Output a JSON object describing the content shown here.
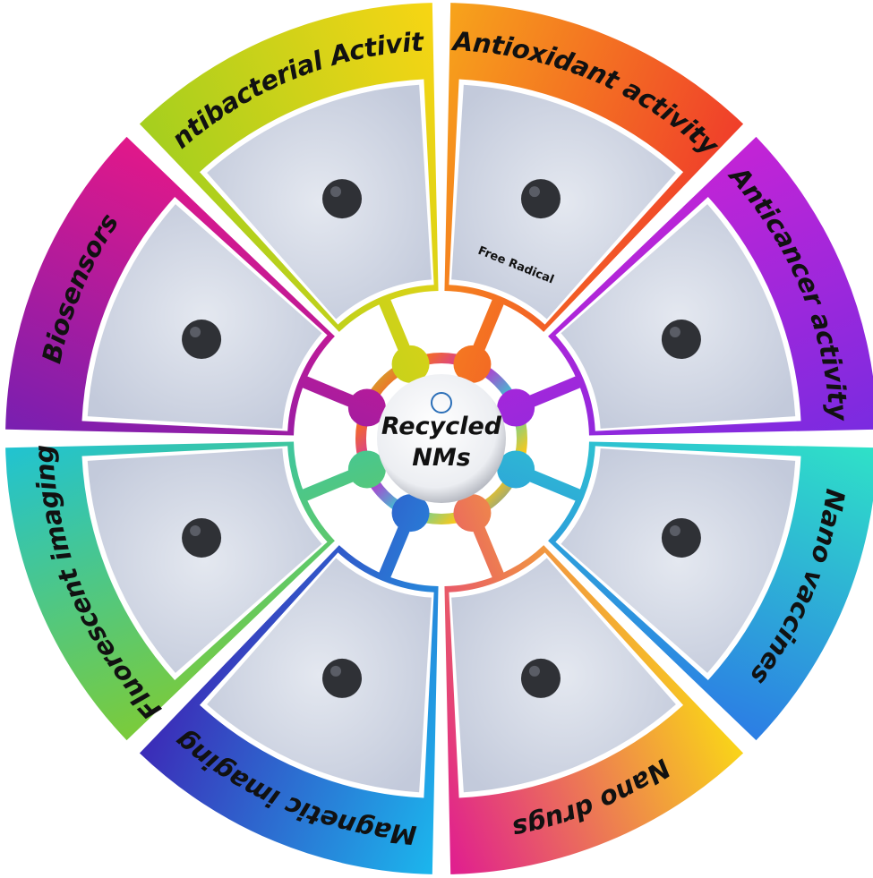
{
  "center": {
    "line1": "Recycled",
    "line2": "NMs"
  },
  "segments": [
    {
      "label": "Antibacterial  Activity",
      "color_start": "#a6cf1e",
      "color_end": "#f6d514"
    },
    {
      "label": "Antioxidant activity",
      "color_start": "#f7a21b",
      "color_end": "#f0402a"
    },
    {
      "label": "Anticancer activity",
      "color_start": "#c224d6",
      "color_end": "#7b2be0"
    },
    {
      "label": "Nano vaccines",
      "color_start": "#2fe0c8",
      "color_end": "#2c7fe4"
    },
    {
      "label": "Nano drugs",
      "color_start": "#f9d21a",
      "color_end": "#e0208e"
    },
    {
      "label": "Magnetic imaging",
      "color_start": "#1cb4ec",
      "color_end": "#3b2db8"
    },
    {
      "label": "Fluorescent imaging",
      "color_start": "#7acb3c",
      "color_end": "#22c3cf"
    },
    {
      "label": "Biosensors",
      "color_start": "#7a1fb0",
      "color_end": "#e0188a"
    }
  ],
  "annotations": {
    "free_radical": "Free Radical"
  },
  "colors": {
    "panel": "#c3cadb",
    "panel_light": "#e4e8f0",
    "particle": "#2f3136"
  }
}
